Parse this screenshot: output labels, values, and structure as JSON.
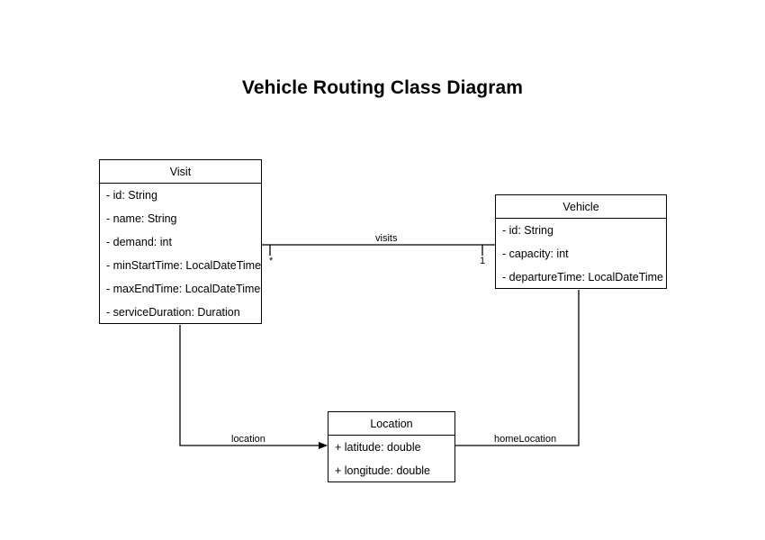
{
  "diagram": {
    "title": "Vehicle Routing Class Diagram",
    "background_color": "#ffffff",
    "stroke_color": "#000000",
    "text_color": "#000000",
    "classes": [
      {
        "id": "visit",
        "name": "Visit",
        "attributes": [
          "- id: String",
          "- name: String",
          "- demand: int",
          "- minStartTime: LocalDateTime",
          "- maxEndTime: LocalDateTime",
          "- serviceDuration: Duration"
        ]
      },
      {
        "id": "vehicle",
        "name": "Vehicle",
        "attributes": [
          "- id: String",
          "- capacity: int",
          "- departureTime: LocalDateTime"
        ]
      },
      {
        "id": "location",
        "name": "Location",
        "attributes": [
          "+ latitude: double",
          "+ longitude: double"
        ]
      }
    ],
    "relationships": [
      {
        "id": "visits",
        "label": "visits",
        "from": "Vehicle",
        "to": "Visit",
        "source_multiplicity": "1",
        "target_multiplicity": "*"
      },
      {
        "id": "location",
        "label": "location",
        "from": "Visit",
        "to": "Location",
        "source_multiplicity": "",
        "target_multiplicity": ""
      },
      {
        "id": "homeLocation",
        "label": "homeLocation",
        "from": "Vehicle",
        "to": "Location",
        "source_multiplicity": "",
        "target_multiplicity": ""
      }
    ]
  }
}
